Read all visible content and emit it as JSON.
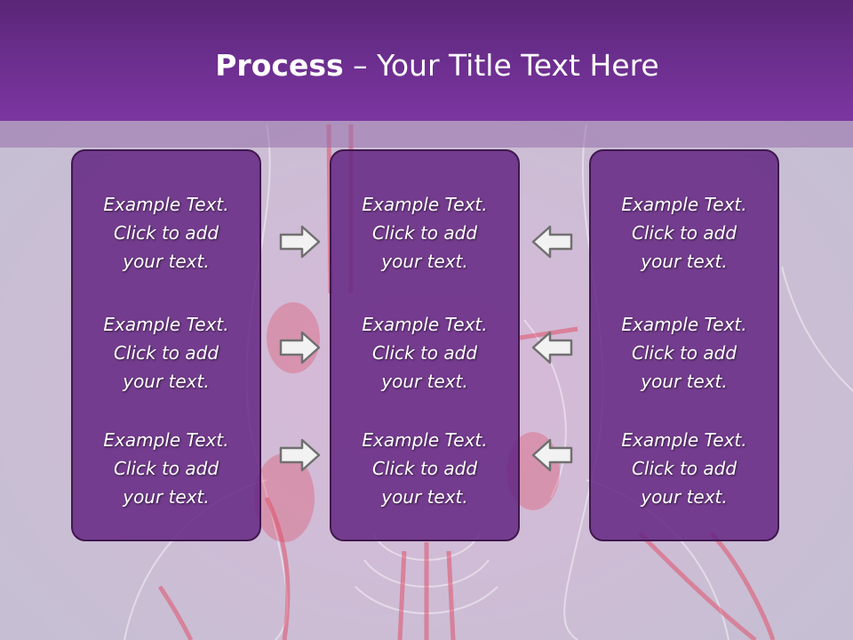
{
  "title": {
    "bold": "Process",
    "rest": " – Your Title Text Here"
  },
  "colors": {
    "title_bar": "#6d2f90",
    "box_fill": "#642682",
    "box_border": "#40184f",
    "arrow_fill": "#f2f2f2",
    "arrow_stroke": "#707070"
  },
  "columns": [
    {
      "items": [
        {
          "line1": "Example Text.",
          "line2": "Click  to add",
          "line3": "your text."
        },
        {
          "line1": "Example Text.",
          "line2": "Click  to add",
          "line3": "your text."
        },
        {
          "line1": "Example Text.",
          "line2": "Click  to add",
          "line3": "your text."
        }
      ]
    },
    {
      "items": [
        {
          "line1": "Example Text.",
          "line2": "Click  to add",
          "line3": "your text."
        },
        {
          "line1": "Example Text.",
          "line2": "Click  to add",
          "line3": "your text."
        },
        {
          "line1": "Example Text.",
          "line2": "Click  to add",
          "line3": "your text."
        }
      ]
    },
    {
      "items": [
        {
          "line1": "Example Text.",
          "line2": "Click  to add",
          "line3": "your text."
        },
        {
          "line1": "Example Text.",
          "line2": "Click  to add",
          "line3": "your text."
        },
        {
          "line1": "Example Text.",
          "line2": "Click  to add",
          "line3": "your text."
        }
      ]
    }
  ],
  "arrows": {
    "left_group": [
      "right-arrow-icon",
      "right-arrow-icon",
      "right-arrow-icon"
    ],
    "right_group": [
      "left-arrow-icon",
      "left-arrow-icon",
      "left-arrow-icon"
    ]
  }
}
